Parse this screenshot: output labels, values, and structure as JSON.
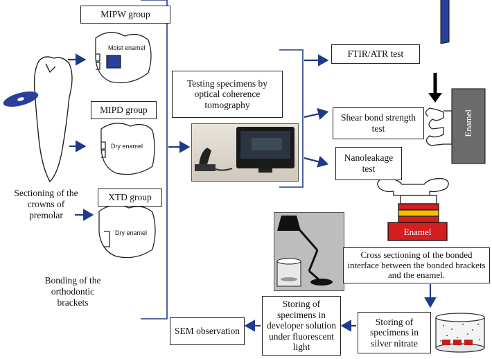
{
  "groups": {
    "mipw": "MIPW group",
    "mipd": "MIPD group",
    "xtd": "XTD group"
  },
  "enamel_labels": {
    "moist": "Moist enamel",
    "dry1": "Dry enamel",
    "dry2": "Dry enamel"
  },
  "left_text": {
    "sectioning": "Sectioning of the crowns of premolar",
    "bonding": "Bonding of the orthodontic brackets"
  },
  "steps": {
    "oct": "Testing specimens by optical coherence tomography",
    "ftir": "FTIR/ATR test",
    "shear": "Shear bond strength test",
    "nano": "Nanoleakage test",
    "cross": "Cross sectioning of the bonded interface between the bonded brackets and the enamel.",
    "silver": "Storing of specimens in silver nitrate",
    "developer": "Storing of specimens in developer solution under fluorescent light",
    "sem": "SEM observation"
  },
  "enamel": {
    "side": "Enamel",
    "bottom": "Enamel"
  },
  "colors": {
    "arrow": "#1f3a8a",
    "tooth_fill": "#2a3f9c",
    "red": "#d31f1f",
    "yellow": "#f2c200",
    "grey_block": "#6b6b6b"
  }
}
